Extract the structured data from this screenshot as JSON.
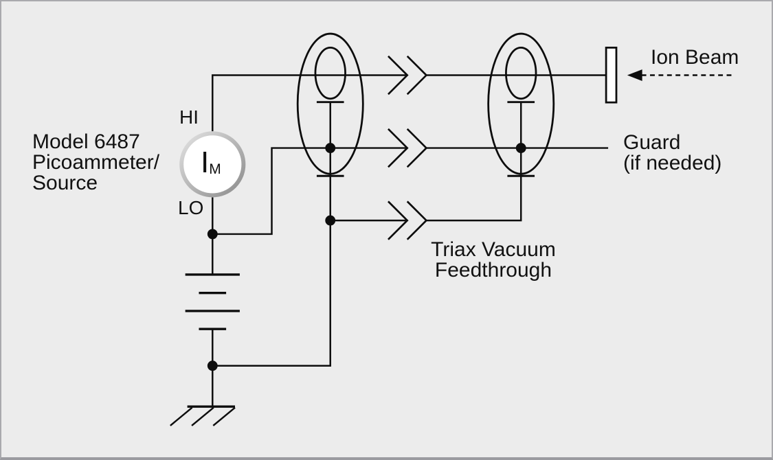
{
  "diagram": {
    "device": {
      "line1": "Model 6487",
      "line2": "Picoammeter/",
      "line3": "Source"
    },
    "terminals": {
      "hi": "HI",
      "lo": "LO"
    },
    "meter": {
      "symbol": "I",
      "subscript": "M"
    },
    "ion_beam_label": "Ion Beam",
    "guard": {
      "line1": "Guard",
      "line2": "(if needed)"
    },
    "feedthrough": {
      "line1": "Triax Vacuum",
      "line2": "Feedthrough"
    }
  },
  "colors": {
    "background": "#ececec",
    "line": "#0d0d0d",
    "canvas_border": "#a9a9ad",
    "canvas_border_bottom": "#9b9ba0",
    "meter_ring_light": "#e2e2e2",
    "meter_ring_dark": "#8c8c8c",
    "collector_fill": "#ffffff",
    "text": "#111111"
  }
}
